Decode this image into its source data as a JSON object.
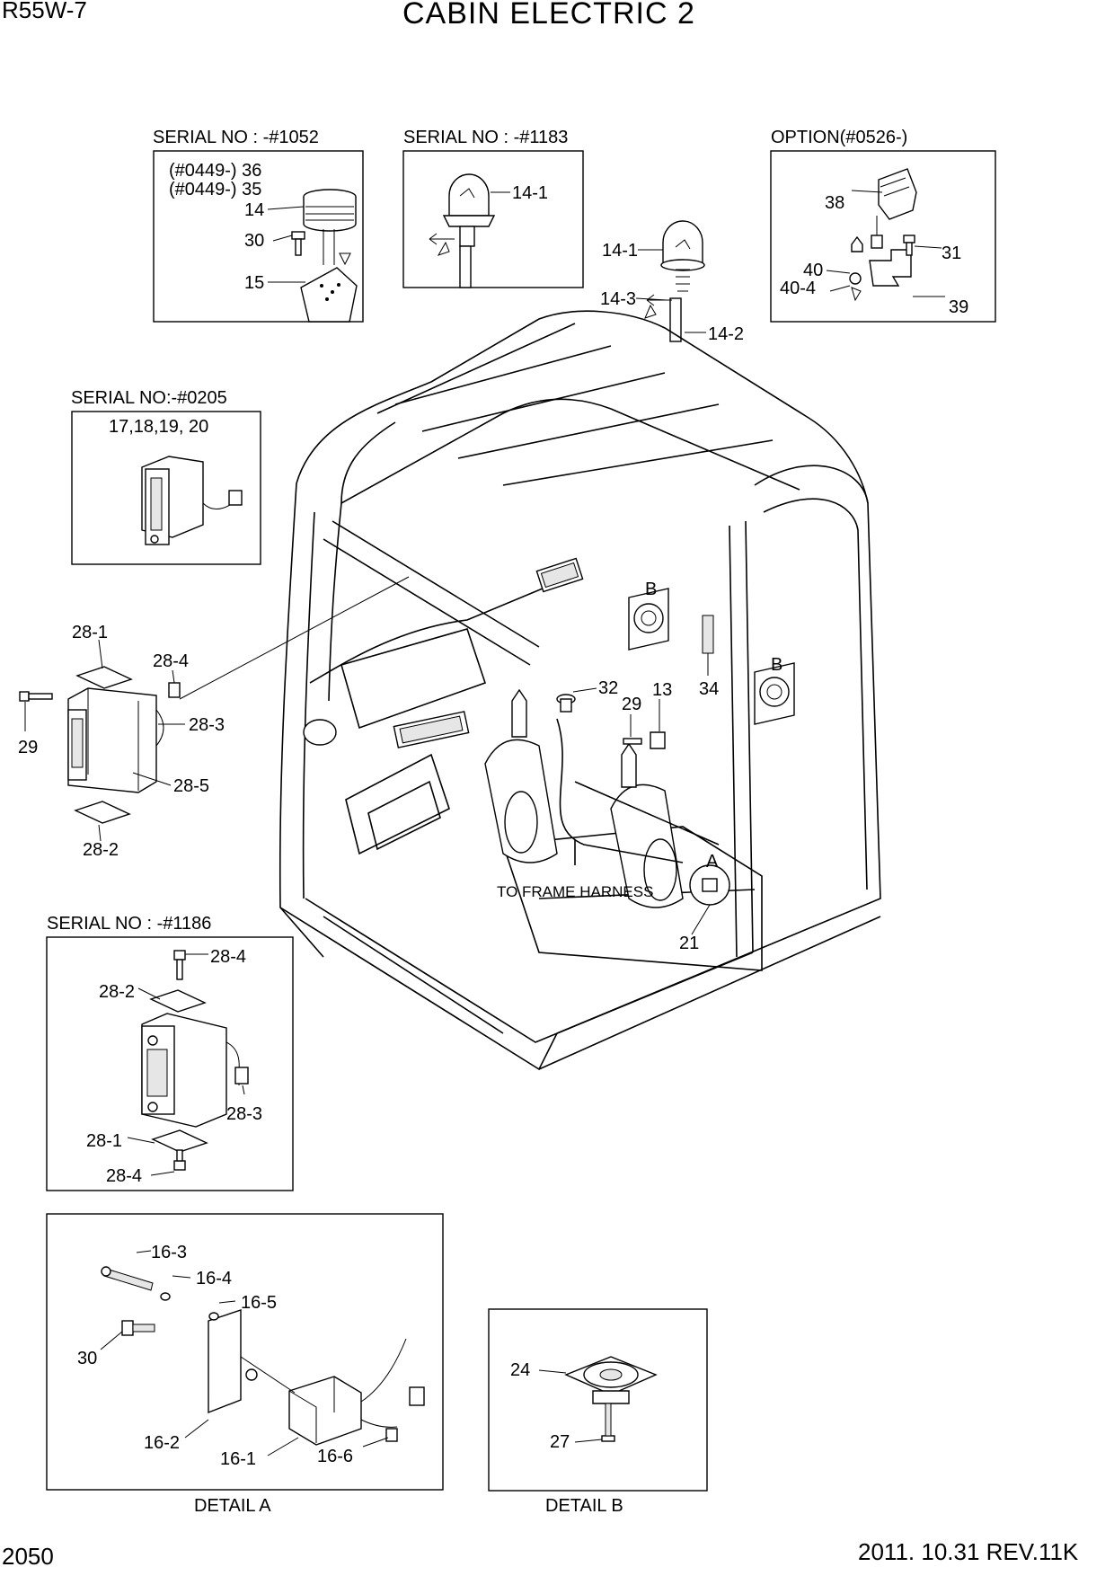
{
  "header": {
    "model": "R55W-7",
    "title": "CABIN ELECTRIC 2",
    "page_number": "2050",
    "revision": "2011. 10.31 REV.11K"
  },
  "boxes": {
    "serial_1052": "SERIAL NO : -#1052",
    "serial_1183": "SERIAL NO : -#1183",
    "option_0526": "OPTION(#0526-)",
    "serial_0205": "SERIAL NO:-#0205",
    "serial_1186": "SERIAL NO : -#1186",
    "detail_a": "DETAIL A",
    "detail_b": "DETAIL B"
  },
  "callouts": {
    "p36": "(#0449-) 36",
    "p35": "(#0449-) 35",
    "p14": "14",
    "p30_top": "30",
    "p15": "15",
    "p14_1_box": "14-1",
    "p14_1": "14-1",
    "p14_3": "14-3",
    "p14_2": "14-2",
    "p38": "38",
    "p31": "31",
    "p40": "40",
    "p40_4": "40-4",
    "p39": "39",
    "p17_20": "17,18,19, 20",
    "p28_1": "28-1",
    "p28_4": "28-4",
    "p28_3": "28-3",
    "p28_5": "28-5",
    "p28_2": "28-2",
    "p29_left": "29",
    "p32": "32",
    "p13": "13",
    "p34": "34",
    "p29": "29",
    "pB1": "B",
    "pB2": "B",
    "pA": "A",
    "p21": "21",
    "frame_harness": "TO FRAME HARNESS",
    "s1186_28_4_top": "28-4",
    "s1186_28_2": "28-2",
    "s1186_28_3": "28-3",
    "s1186_28_1": "28-1",
    "s1186_28_4_bot": "28-4",
    "p16_3": "16-3",
    "p16_4": "16-4",
    "p16_5": "16-5",
    "p30": "30",
    "p16_2": "16-2",
    "p16_1": "16-1",
    "p16_6": "16-6",
    "p24": "24",
    "p27": "27"
  }
}
